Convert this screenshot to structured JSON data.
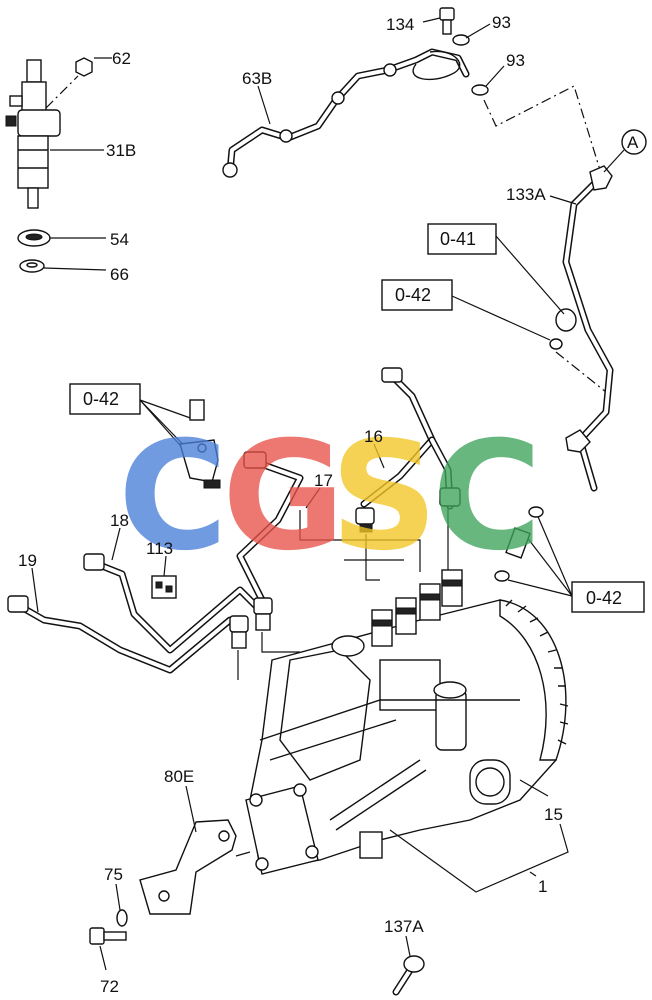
{
  "watermark": {
    "letters": [
      {
        "char": "C",
        "color": "#4a7fd8"
      },
      {
        "char": "G",
        "color": "#e8524a"
      },
      {
        "char": "S",
        "color": "#f3c623"
      },
      {
        "char": "C",
        "color": "#3da45a"
      }
    ]
  },
  "parts": {
    "p134": "134",
    "p93a": "93",
    "p93b": "93",
    "p62": "62",
    "p63B": "63B",
    "p31B": "31B",
    "p54": "54",
    "p66": "66",
    "p133A": "133A",
    "pA": "A",
    "p16": "16",
    "p17": "17",
    "p18": "18",
    "p19": "19",
    "p113": "113",
    "p15": "15",
    "p1": "1",
    "p80E": "80E",
    "p75": "75",
    "p72": "72",
    "p137A": "137A"
  },
  "refs": {
    "r041": "0-41",
    "r042a": "0-42",
    "r042b": "0-42",
    "r042c": "0-42"
  }
}
